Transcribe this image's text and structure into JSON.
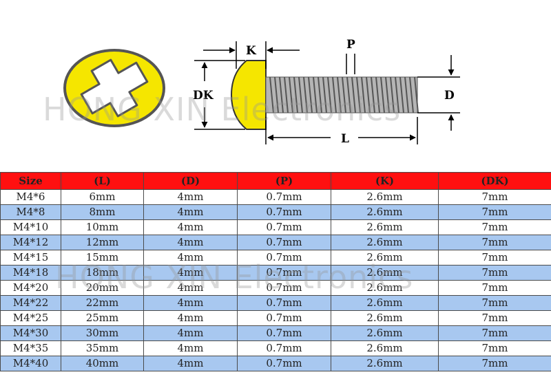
{
  "diagram": {
    "labels": {
      "k": "K",
      "p": "P",
      "dk": "DK",
      "d": "D",
      "l": "L"
    },
    "colors": {
      "head_fill": "#f5e600",
      "thread": "#8a8a8a",
      "arrow": "#000000"
    }
  },
  "watermark": {
    "text": "HONG XIN Electronics"
  },
  "table": {
    "headers": [
      "Size",
      "(L)",
      "(D)",
      "(P)",
      "(K)",
      "(DK)"
    ],
    "header_color": "#ff1010",
    "alt_row_color": "#a8c8f0",
    "rows": [
      [
        "M4*6",
        "6mm",
        "4mm",
        "0.7mm",
        "2.6mm",
        "7mm"
      ],
      [
        "M4*8",
        "8mm",
        "4mm",
        "0.7mm",
        "2.6mm",
        "7mm"
      ],
      [
        "M4*10",
        "10mm",
        "4mm",
        "0.7mm",
        "2.6mm",
        "7mm"
      ],
      [
        "M4*12",
        "12mm",
        "4mm",
        "0.7mm",
        "2.6mm",
        "7mm"
      ],
      [
        "M4*15",
        "15mm",
        "4mm",
        "0.7mm",
        "2.6mm",
        "7mm"
      ],
      [
        "M4*18",
        "18mm",
        "4mm",
        "0.7mm",
        "2.6mm",
        "7mm"
      ],
      [
        "M4*20",
        "20mm",
        "4mm",
        "0.7mm",
        "2.6mm",
        "7mm"
      ],
      [
        "M4*22",
        "22mm",
        "4mm",
        "0.7mm",
        "2.6mm",
        "7mm"
      ],
      [
        "M4*25",
        "25mm",
        "4mm",
        "0.7mm",
        "2.6mm",
        "7mm"
      ],
      [
        "M4*30",
        "30mm",
        "4mm",
        "0.7mm",
        "2.6mm",
        "7mm"
      ],
      [
        "M4*35",
        "35mm",
        "4mm",
        "0.7mm",
        "2.6mm",
        "7mm"
      ],
      [
        "M4*40",
        "40mm",
        "4mm",
        "0.7mm",
        "2.6mm",
        "7mm"
      ]
    ]
  }
}
